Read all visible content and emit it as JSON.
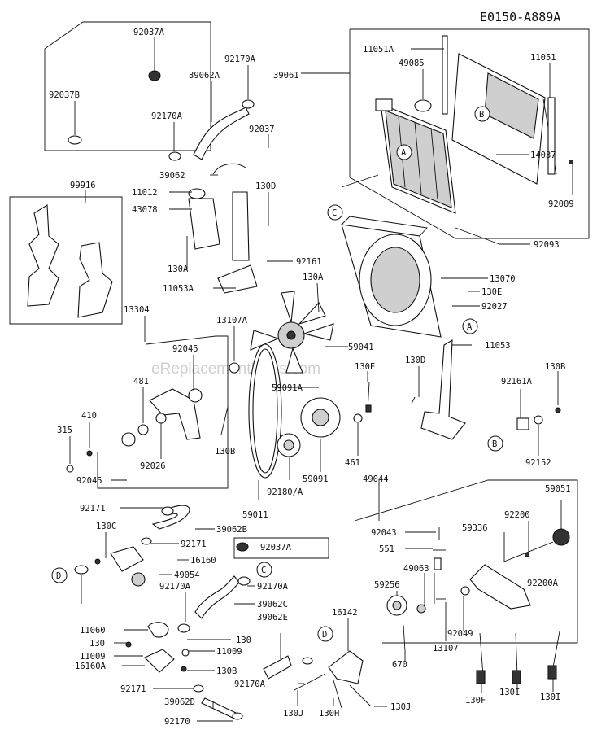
{
  "diagram": {
    "code": "E0150-A889A",
    "watermark": "eReplacementParts.com",
    "callouts": [
      "A",
      "B",
      "C",
      "D"
    ],
    "part_labels": [
      "92037A",
      "92037B",
      "92170A",
      "39062A",
      "39061",
      "11051A",
      "49085",
      "11051",
      "92170A",
      "92037",
      "39062",
      "11012",
      "43078",
      "130D",
      "99916",
      "130A",
      "92161",
      "11053A",
      "130A",
      "13070",
      "130E",
      "92027",
      "14037",
      "92009",
      "92093",
      "13304",
      "13107A",
      "92045",
      "481",
      "410",
      "315",
      "92026",
      "92045",
      "59041",
      "59091A",
      "130E",
      "130B",
      "92161A",
      "11053",
      "130D",
      "59091",
      "92152",
      "461",
      "92180/A",
      "59011",
      "130B",
      "49044",
      "59051",
      "92171",
      "130C",
      "39062B",
      "92171",
      "92037A",
      "16160",
      "49054",
      "92170A",
      "92170A",
      "39062C",
      "39062E",
      "11060",
      "130",
      "11009",
      "130",
      "11009",
      "16160A",
      "130B",
      "92171",
      "92170A",
      "39062D",
      "92170",
      "92043",
      "551",
      "49063",
      "59256",
      "16142",
      "670",
      "13107",
      "59336",
      "92200",
      "92200A",
      "92049",
      "130F",
      "130I",
      "130I",
      "130J",
      "130H",
      "130J"
    ]
  }
}
